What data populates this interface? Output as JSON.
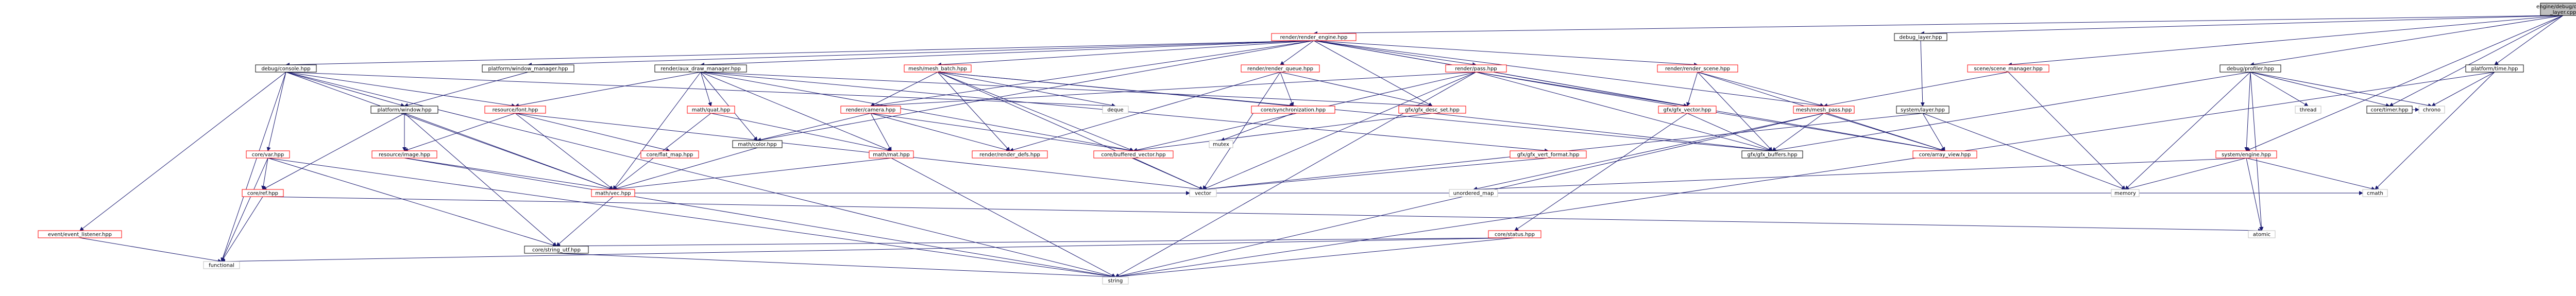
{
  "colors": {
    "root_fill": "#bfbfbf",
    "node_fill": "#ffffff",
    "node_border_black": "#000000",
    "node_border_red": "#ff0000",
    "node_border_gray": "#bfbfbf",
    "edge": "#191970"
  },
  "nodes": {
    "root": {
      "line1": "engine/debug/debug",
      "line2": "_layer.cpp"
    },
    "render_engine": {
      "label": "render/render_engine.hpp"
    },
    "debug_layer": {
      "label": "debug_layer.hpp"
    },
    "scene_manager": {
      "label": "scene/scene_manager.hpp"
    },
    "debug_profiler": {
      "label": "debug/profiler.hpp"
    },
    "platform_time": {
      "label": "platform/time.hpp"
    },
    "debug_console": {
      "label": "debug/console.hpp"
    },
    "platform_window_manager": {
      "label": "platform/window_manager.hpp"
    },
    "render_aux_draw_manager": {
      "label": "render/aux_draw_manager.hpp"
    },
    "mesh_batch": {
      "label": "mesh/mesh_batch.hpp"
    },
    "render_queue": {
      "label": "render/render_queue.hpp"
    },
    "render_pass": {
      "label": "render/pass.hpp"
    },
    "render_scene": {
      "label": "render/render_scene.hpp"
    },
    "system_layer": {
      "label": "system/layer.hpp"
    },
    "core_timer": {
      "label": "core/timer.hpp"
    },
    "platform_window": {
      "label": "platform/window.hpp"
    },
    "resource_font": {
      "label": "resource/font.hpp"
    },
    "math_quat": {
      "label": "math/quat.hpp"
    },
    "render_camera": {
      "label": "render/camera.hpp"
    },
    "deque": {
      "label": "deque"
    },
    "core_synchronization": {
      "label": "core/synchronization.hpp"
    },
    "gfx_desc_set": {
      "label": "gfx/gfx_desc_set.hpp"
    },
    "gfx_vector": {
      "label": "gfx/gfx_vector.hpp"
    },
    "mesh_pass": {
      "label": "mesh/mesh_pass.hpp"
    },
    "thread": {
      "label": "thread"
    },
    "chrono": {
      "label": "chrono"
    },
    "math_color": {
      "label": "math/color.hpp"
    },
    "mutex": {
      "label": "mutex"
    },
    "core_var": {
      "label": "core/var.hpp"
    },
    "resource_image": {
      "label": "resource/image.hpp"
    },
    "core_flat_map": {
      "label": "core/flat_map.hpp"
    },
    "math_mat": {
      "label": "math/mat.hpp"
    },
    "render_render_defs": {
      "label": "render/render_defs.hpp"
    },
    "core_buffered_vector": {
      "label": "core/buffered_vector.hpp"
    },
    "gfx_vert_format": {
      "label": "gfx/gfx_vert_format.hpp"
    },
    "gfx_buffers": {
      "label": "gfx/gfx_buffers.hpp"
    },
    "core_array_view": {
      "label": "core/array_view.hpp"
    },
    "system_engine": {
      "label": "system/engine.hpp"
    },
    "core_ref": {
      "label": "core/ref.hpp"
    },
    "math_vec": {
      "label": "math/vec.hpp"
    },
    "vector": {
      "label": "vector"
    },
    "unordered_map": {
      "label": "unordered_map"
    },
    "memory": {
      "label": "memory"
    },
    "cmath": {
      "label": "cmath"
    },
    "event_event_listener": {
      "label": "event/event_listener.hpp"
    },
    "core_status": {
      "label": "core/status.hpp"
    },
    "atomic": {
      "label": "atomic"
    },
    "core_string_utf": {
      "label": "core/string_utf.hpp"
    },
    "functional": {
      "label": "functional"
    },
    "string": {
      "label": "string"
    }
  }
}
